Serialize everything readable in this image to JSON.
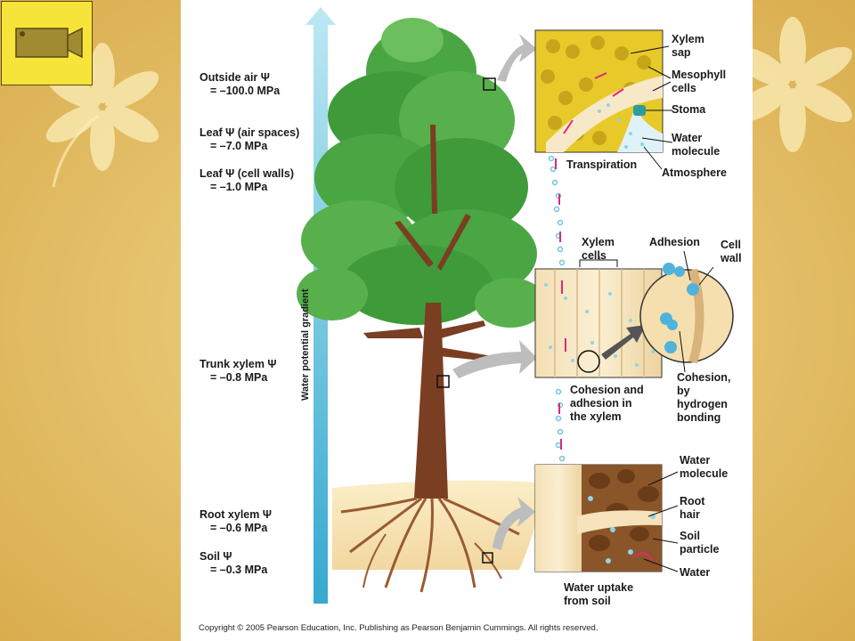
{
  "potentials": [
    {
      "name": "Outside air Ψ",
      "value": "= –100.0 MPa"
    },
    {
      "name": "Leaf Ψ (air spaces)",
      "value": "= –7.0 MPa"
    },
    {
      "name": "Leaf Ψ (cell walls)",
      "value": "= –1.0 MPa"
    },
    {
      "name": "Trunk xylem Ψ",
      "value": "= –0.8 MPa"
    },
    {
      "name": "Root xylem Ψ",
      "value": "= –0.6 MPa"
    },
    {
      "name": "Soil Ψ",
      "value": "= –0.3 MPa"
    }
  ],
  "gradient_label": "Water potential gradient",
  "leaf_panel": {
    "labels": [
      "Xylem",
      "sap",
      "Mesophyll",
      "cells",
      "Stoma",
      "Water",
      "molecule",
      "Atmosphere"
    ],
    "caption": "Transpiration"
  },
  "xylem_panel": {
    "xylem_cells": [
      "Xylem",
      "cells"
    ],
    "adhesion": "Adhesion",
    "cell_wall": [
      "Cell",
      "wall"
    ],
    "cohesion": [
      "Cohesion,",
      "by",
      "hydrogen",
      "bonding"
    ],
    "caption": [
      "Cohesion and",
      "adhesion in",
      "the xylem"
    ]
  },
  "root_panel": {
    "water_molecule": [
      "Water",
      "molecule"
    ],
    "root_hair": [
      "Root",
      "hair"
    ],
    "soil_particle": [
      "Soil",
      "particle"
    ],
    "water": "Water",
    "caption": [
      "Water uptake",
      "from soil"
    ]
  },
  "copyright": "Copyright © 2005 Pearson Education, Inc. Publishing as Pearson Benjamin Cummings. All rights reserved.",
  "colors": {
    "background": "#e8c56a",
    "arrow": "#6ec6e0",
    "leaf": "#3f9a3a",
    "trunk": "#7a3e22",
    "pink_arrow": "#e0287a"
  },
  "icons": [
    "movie-camera-icon"
  ]
}
